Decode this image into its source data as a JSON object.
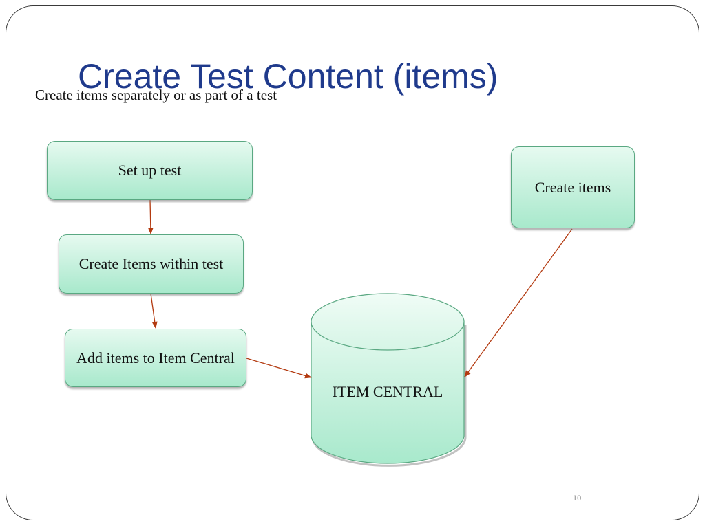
{
  "slide": {
    "title": "Create Test Content (items)",
    "subtitle": "Create items separately or as part of a test",
    "page_number": "10"
  },
  "diagram": {
    "nodes": {
      "setup": "Set up test",
      "create_within": "Create Items within test",
      "add_items": "Add items to Item Central",
      "create_items": "Create items",
      "item_central": "ITEM CENTRAL"
    },
    "edges": [
      {
        "from": "Set up test",
        "to": "Create Items within test"
      },
      {
        "from": "Create Items within test",
        "to": "Add items to Item Central"
      },
      {
        "from": "Add items to Item Central",
        "to": "ITEM CENTRAL"
      },
      {
        "from": "Create items",
        "to": "ITEM CENTRAL"
      }
    ],
    "colors": {
      "box_fill_top": "#e6faf0",
      "box_fill_bottom": "#a8e9cc",
      "box_border": "#5aa882",
      "arrow": "#b33a10",
      "title": "#1f3a8c"
    }
  }
}
